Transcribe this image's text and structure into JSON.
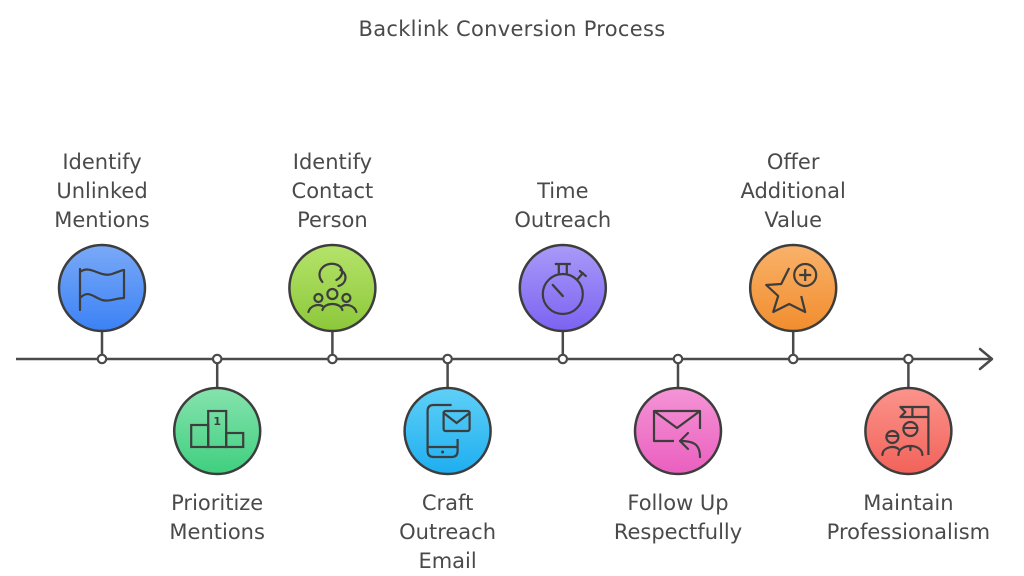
{
  "title": "Backlink Conversion Process",
  "steps": [
    {
      "order": 1,
      "lines": [
        "Identify",
        "Unlinked",
        "Mentions"
      ],
      "icon": "flag-icon",
      "position": "above",
      "color_top": "#7aa9f7",
      "color_bottom": "#3b82f6"
    },
    {
      "order": 2,
      "lines": [
        "Prioritize",
        "Mentions"
      ],
      "icon": "podium-icon",
      "position": "below",
      "color_top": "#86e3ad",
      "color_bottom": "#3fcf7f"
    },
    {
      "order": 3,
      "lines": [
        "Identify",
        "Contact",
        "Person"
      ],
      "icon": "contact-person-icon",
      "position": "above",
      "color_top": "#b5e36a",
      "color_bottom": "#8cc83a"
    },
    {
      "order": 4,
      "lines": [
        "Craft",
        "Outreach",
        "Email"
      ],
      "icon": "mobile-email-icon",
      "position": "below",
      "color_top": "#5fd0f7",
      "color_bottom": "#1eaef0"
    },
    {
      "order": 5,
      "lines": [
        "Time",
        "Outreach"
      ],
      "icon": "stopwatch-icon",
      "position": "above",
      "color_top": "#a99af8",
      "color_bottom": "#7c63f2"
    },
    {
      "order": 6,
      "lines": [
        "Follow Up",
        "Respectfully"
      ],
      "icon": "email-reply-icon",
      "position": "below",
      "color_top": "#f594d6",
      "color_bottom": "#ea5fbf"
    },
    {
      "order": 7,
      "lines": [
        "Offer",
        "Additional",
        "Value"
      ],
      "icon": "star-plus-icon",
      "position": "above",
      "color_top": "#f9b26a",
      "color_bottom": "#f18d2e"
    },
    {
      "order": 8,
      "lines": [
        "Maintain",
        "Professionalism"
      ],
      "icon": "team-flag-icon",
      "position": "below",
      "color_top": "#fb948c",
      "color_bottom": "#f2625a"
    }
  ],
  "colors": {
    "line": "#4a4a4a",
    "text": "#4a4a4a",
    "background": "#ffffff"
  }
}
